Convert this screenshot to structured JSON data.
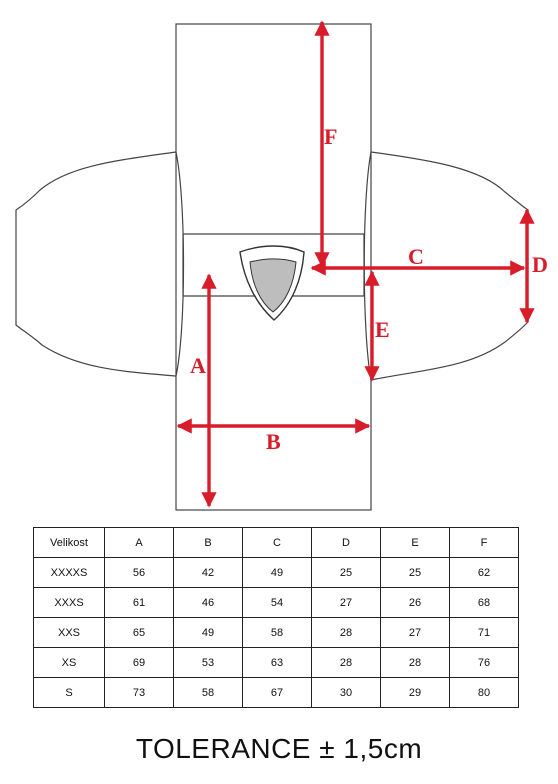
{
  "measure_labels": {
    "a": "A",
    "b": "B",
    "c": "C",
    "d": "D",
    "e": "E",
    "f": "F"
  },
  "accent_color": "#d81c2a",
  "table": {
    "headers": [
      "Velikost",
      "A",
      "B",
      "C",
      "D",
      "E",
      "F"
    ],
    "rows": [
      [
        "XXXXS",
        "56",
        "42",
        "49",
        "25",
        "25",
        "62"
      ],
      [
        "XXXS",
        "61",
        "46",
        "54",
        "27",
        "26",
        "68"
      ],
      [
        "XXS",
        "65",
        "49",
        "58",
        "28",
        "27",
        "71"
      ],
      [
        "XS",
        "69",
        "53",
        "63",
        "28",
        "28",
        "76"
      ],
      [
        "S",
        "73",
        "58",
        "67",
        "30",
        "29",
        "80"
      ]
    ]
  },
  "tolerance_text": "TOLERANCE ± 1,5cm"
}
